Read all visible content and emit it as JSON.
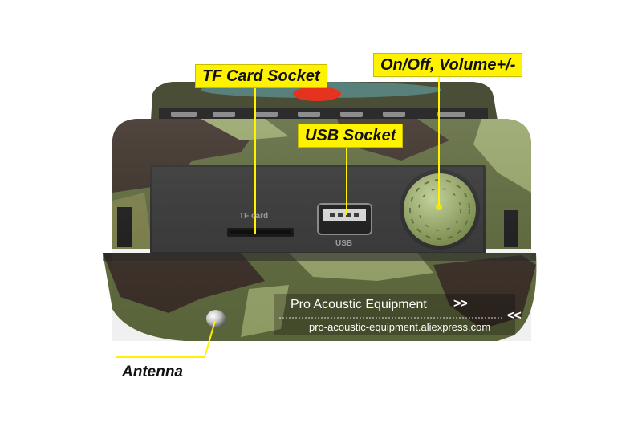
{
  "labels": {
    "tf_card_socket": "TF Card Socket",
    "usb_socket": "USB Socket",
    "power_volume": "On/Off, Volume+/-",
    "antenna": "Antenna"
  },
  "panel_text": {
    "tf_card": "TF card",
    "usb": "USB"
  },
  "watermark": {
    "name": "Pro Acoustic Equipment",
    "arrows_right": ">>",
    "url": "pro-acoustic-equipment.aliexpress.com",
    "arrows_left": "<<"
  },
  "colors": {
    "callout": "#fff200",
    "camo_dark": "#3b2f27",
    "camo_olive": "#5f6a3d",
    "camo_light": "#97a56a",
    "knob": "#9fb36f"
  }
}
